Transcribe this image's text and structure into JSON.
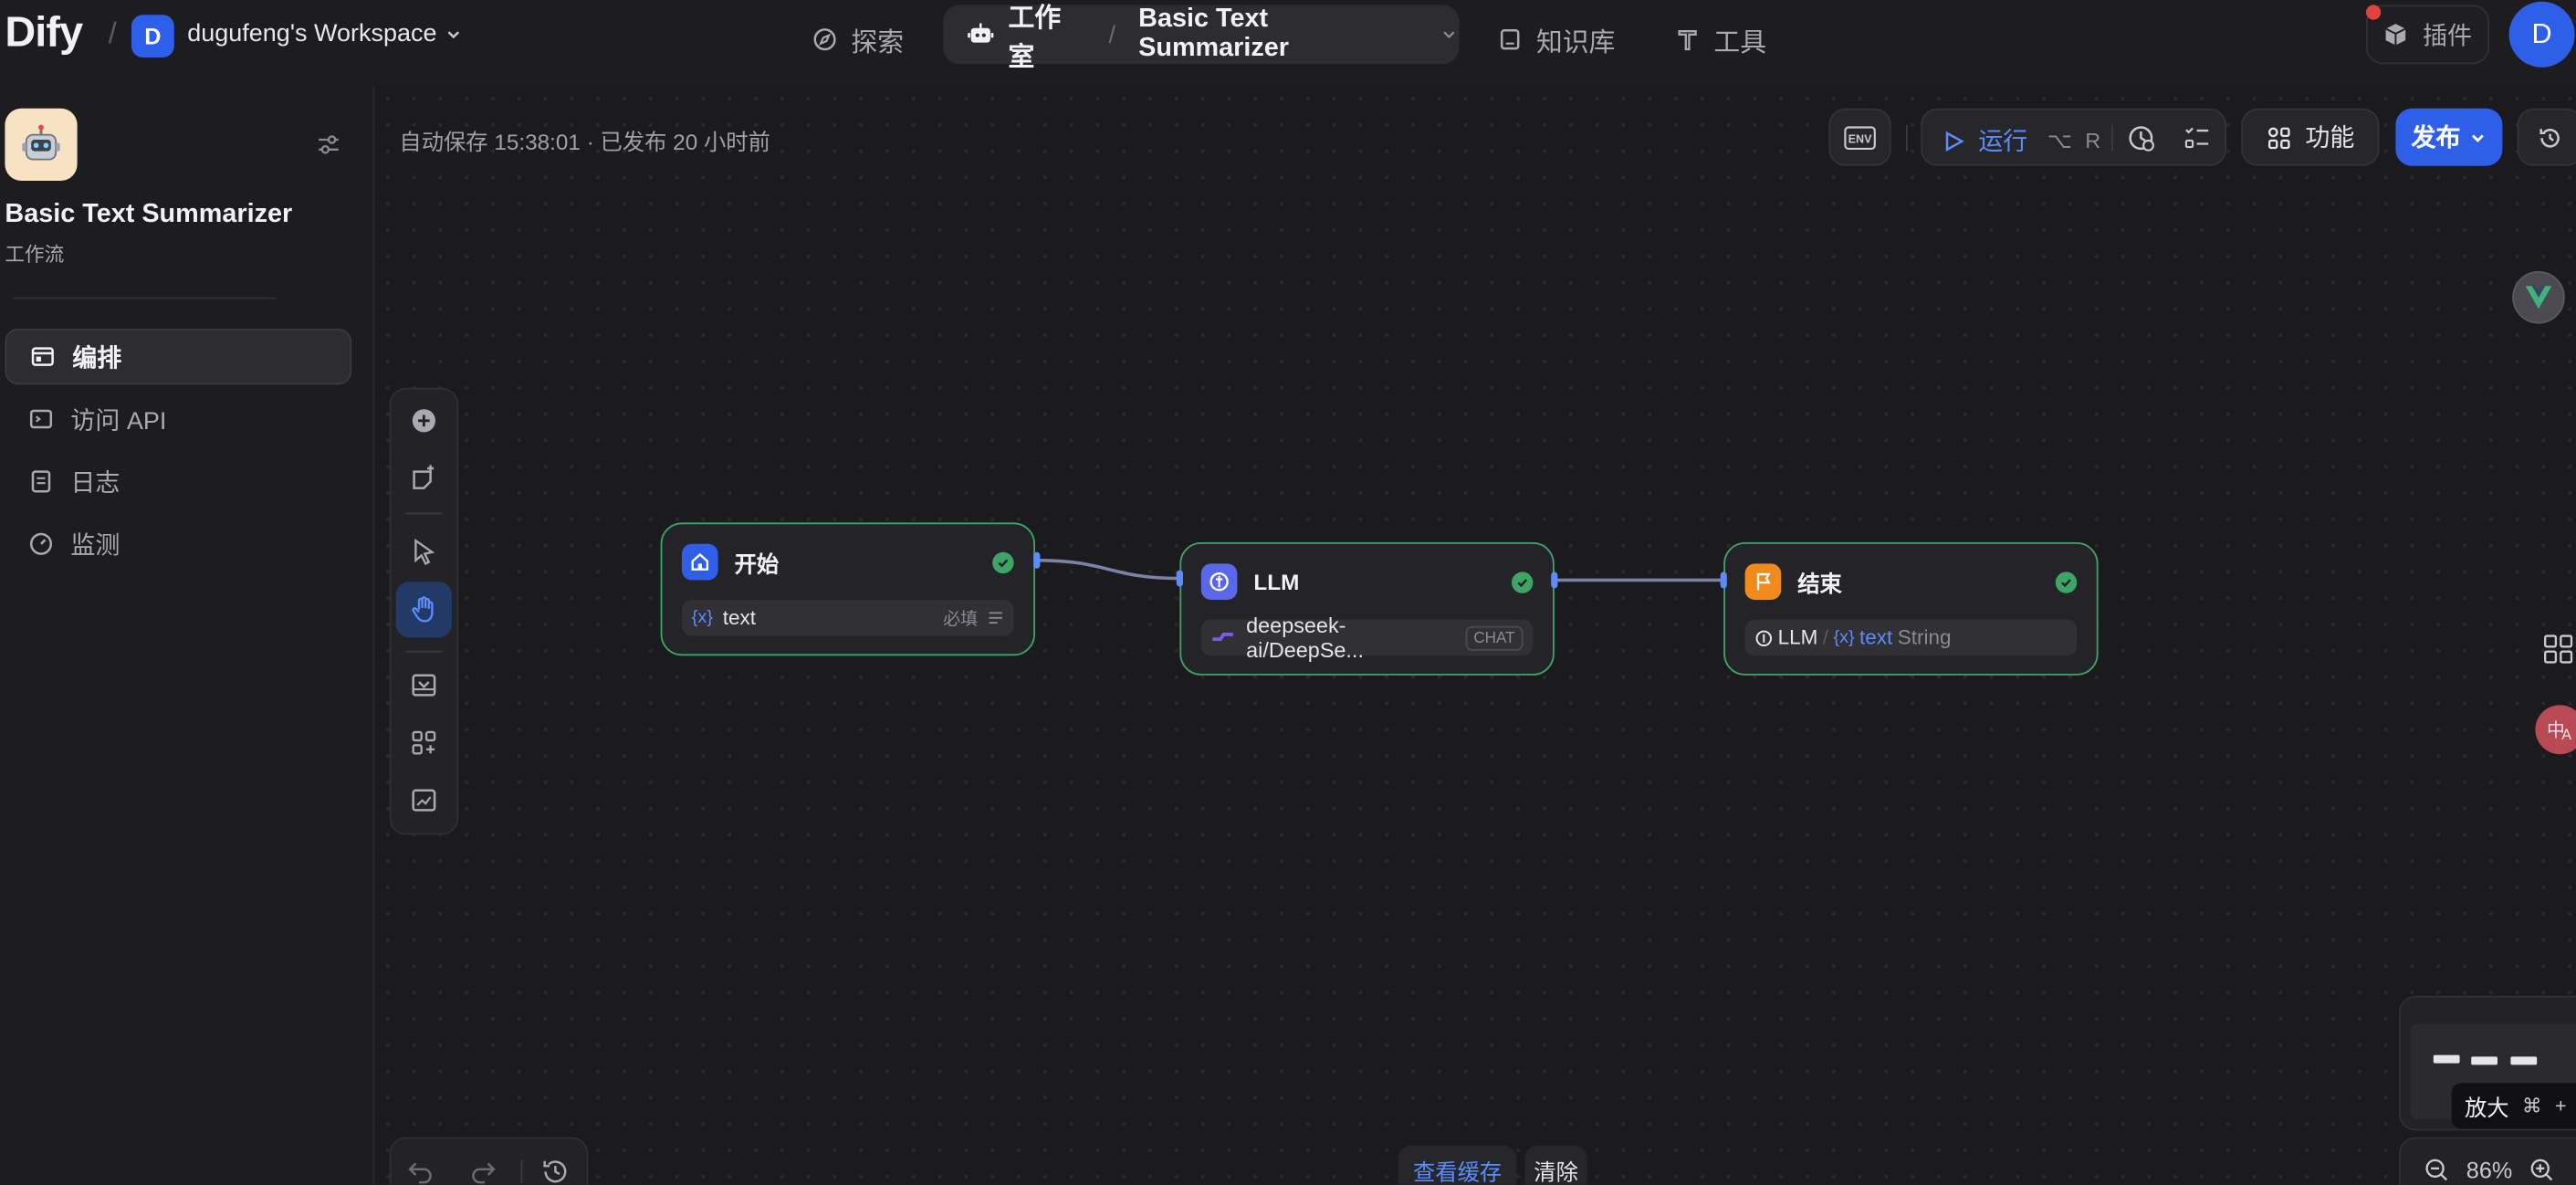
{
  "header": {
    "logo": "Dify",
    "workspace_initial": "D",
    "workspace_name": "dugufeng's Workspace",
    "nav": {
      "explore": "探索",
      "studio": "工作室",
      "app_name": "Basic Text Summarizer",
      "knowledge": "知识库",
      "tools": "工具"
    },
    "plugins": "插件",
    "avatar_initial": "D"
  },
  "sidebar": {
    "app_title": "Basic Text Summarizer",
    "app_type": "工作流",
    "items": [
      {
        "label": "编排",
        "icon": "layout-icon",
        "active": true
      },
      {
        "label": "访问 API",
        "icon": "terminal-icon",
        "active": false
      },
      {
        "label": "日志",
        "icon": "document-icon",
        "active": false
      },
      {
        "label": "监测",
        "icon": "gauge-icon",
        "active": false
      }
    ]
  },
  "toolbar": {
    "autosave": "自动保存 15:38:01 · 已发布 20 小时前",
    "env": "ENV",
    "run": "运行",
    "run_shortcut_alt": "⌥",
    "run_shortcut_key": "R",
    "features": "功能",
    "publish": "发布"
  },
  "nodes": {
    "start": {
      "title": "开始",
      "var_icon": "{x}",
      "var_name": "text",
      "required": "必填"
    },
    "llm": {
      "title": "LLM",
      "model": "deepseek-ai/DeepSe...",
      "mode": "CHAT"
    },
    "end": {
      "title": "结束",
      "source": "LLM",
      "var_icon": "{x}",
      "var_name": "text",
      "var_type": "String"
    }
  },
  "bottom": {
    "view_cache": "查看缓存",
    "clear": "清除",
    "zoom_tip": "放大",
    "zoom_tip_key": "⌘",
    "zoom_tip_plus": "+",
    "zoom_level": "86%"
  },
  "colors": {
    "accent": "#2f5fe8",
    "link": "#5b8cff",
    "success": "#3fa566",
    "end_node": "#f08a1c",
    "background": "#1d1d20"
  }
}
